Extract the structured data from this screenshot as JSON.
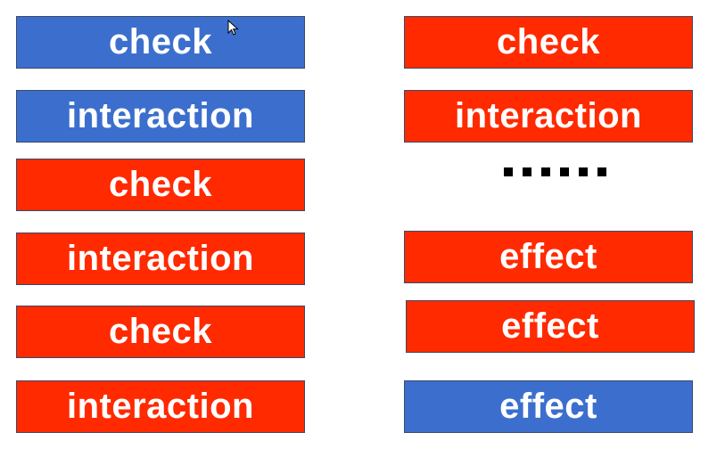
{
  "left_column": [
    {
      "label": "check",
      "color": "#3c6fcd"
    },
    {
      "label": "interaction",
      "color": "#3c6fcd"
    },
    {
      "label": "check",
      "color": "#ff2a00"
    },
    {
      "label": "interaction",
      "color": "#ff2a00"
    },
    {
      "label": "check",
      "color": "#ff2a00"
    },
    {
      "label": "interaction",
      "color": "#ff2a00"
    }
  ],
  "right_column": [
    {
      "label": "check",
      "color": "#ff2a00"
    },
    {
      "label": "interaction",
      "color": "#ff2a00"
    },
    {
      "label": "effect",
      "color": "#ff2a00"
    },
    {
      "label": "effect",
      "color": "#ff2a00"
    },
    {
      "label": "effect",
      "color": "#3c6fcd"
    }
  ],
  "ellipsis": {
    "dot_count": 6,
    "icon": "ellipsis-dots-icon"
  },
  "colors": {
    "blue": "#3c6fcd",
    "red": "#ff2a00",
    "text": "#ffffff"
  },
  "cursor": {
    "icon": "mouse-pointer-icon"
  }
}
